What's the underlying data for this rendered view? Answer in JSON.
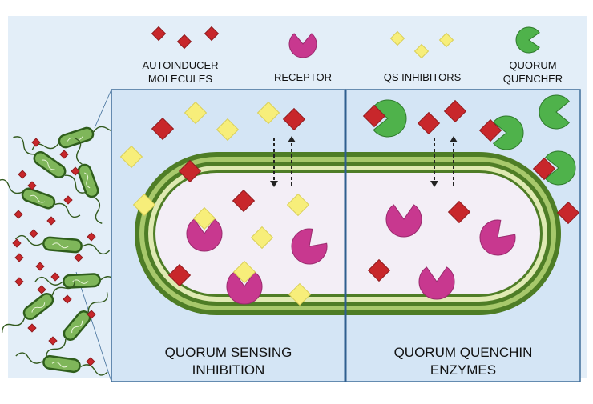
{
  "legend": {
    "autoinducer": [
      "AUTOINDUCER",
      "MOLECULES"
    ],
    "receptor": [
      "RECEPTOR"
    ],
    "qs_inhibitors": [
      "QS INHIBITORS"
    ],
    "quorum_quencher": [
      "QUORUM",
      "QUENCHER"
    ]
  },
  "panels": {
    "left_title": [
      "QUORUM SENSING",
      "INHIBITION"
    ],
    "right_title": [
      "QUORUM QUENCHIN",
      "ENZYMES"
    ]
  },
  "colors": {
    "background": "#e3eef8",
    "panel": "#d4e5f5",
    "panel_border": "#3f6d99",
    "autoinducer": "#c8272b",
    "receptor": "#c8388f",
    "inhibitor": "#f7ee7a",
    "quencher": "#4fb24b",
    "membrane_dark": "#4e7d26",
    "membrane_light": "#a7c86b",
    "cytoplasm": "#f3eef6"
  }
}
